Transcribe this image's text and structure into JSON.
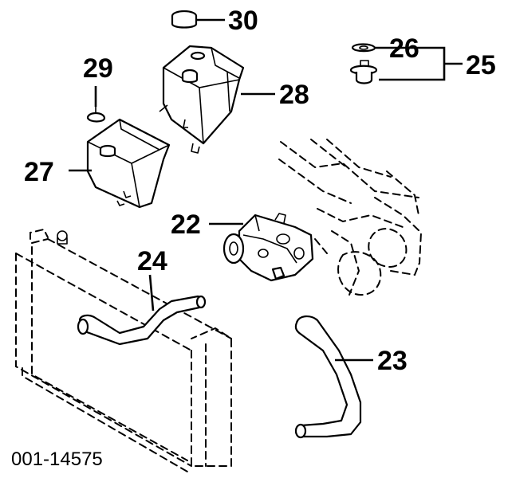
{
  "diagram": {
    "callouts": {
      "p30": "30",
      "p29": "29",
      "p28": "28",
      "p27": "27",
      "p26": "26",
      "p25": "25",
      "p24": "24",
      "p23": "23",
      "p22": "22"
    },
    "figure_code": "001-14575"
  }
}
